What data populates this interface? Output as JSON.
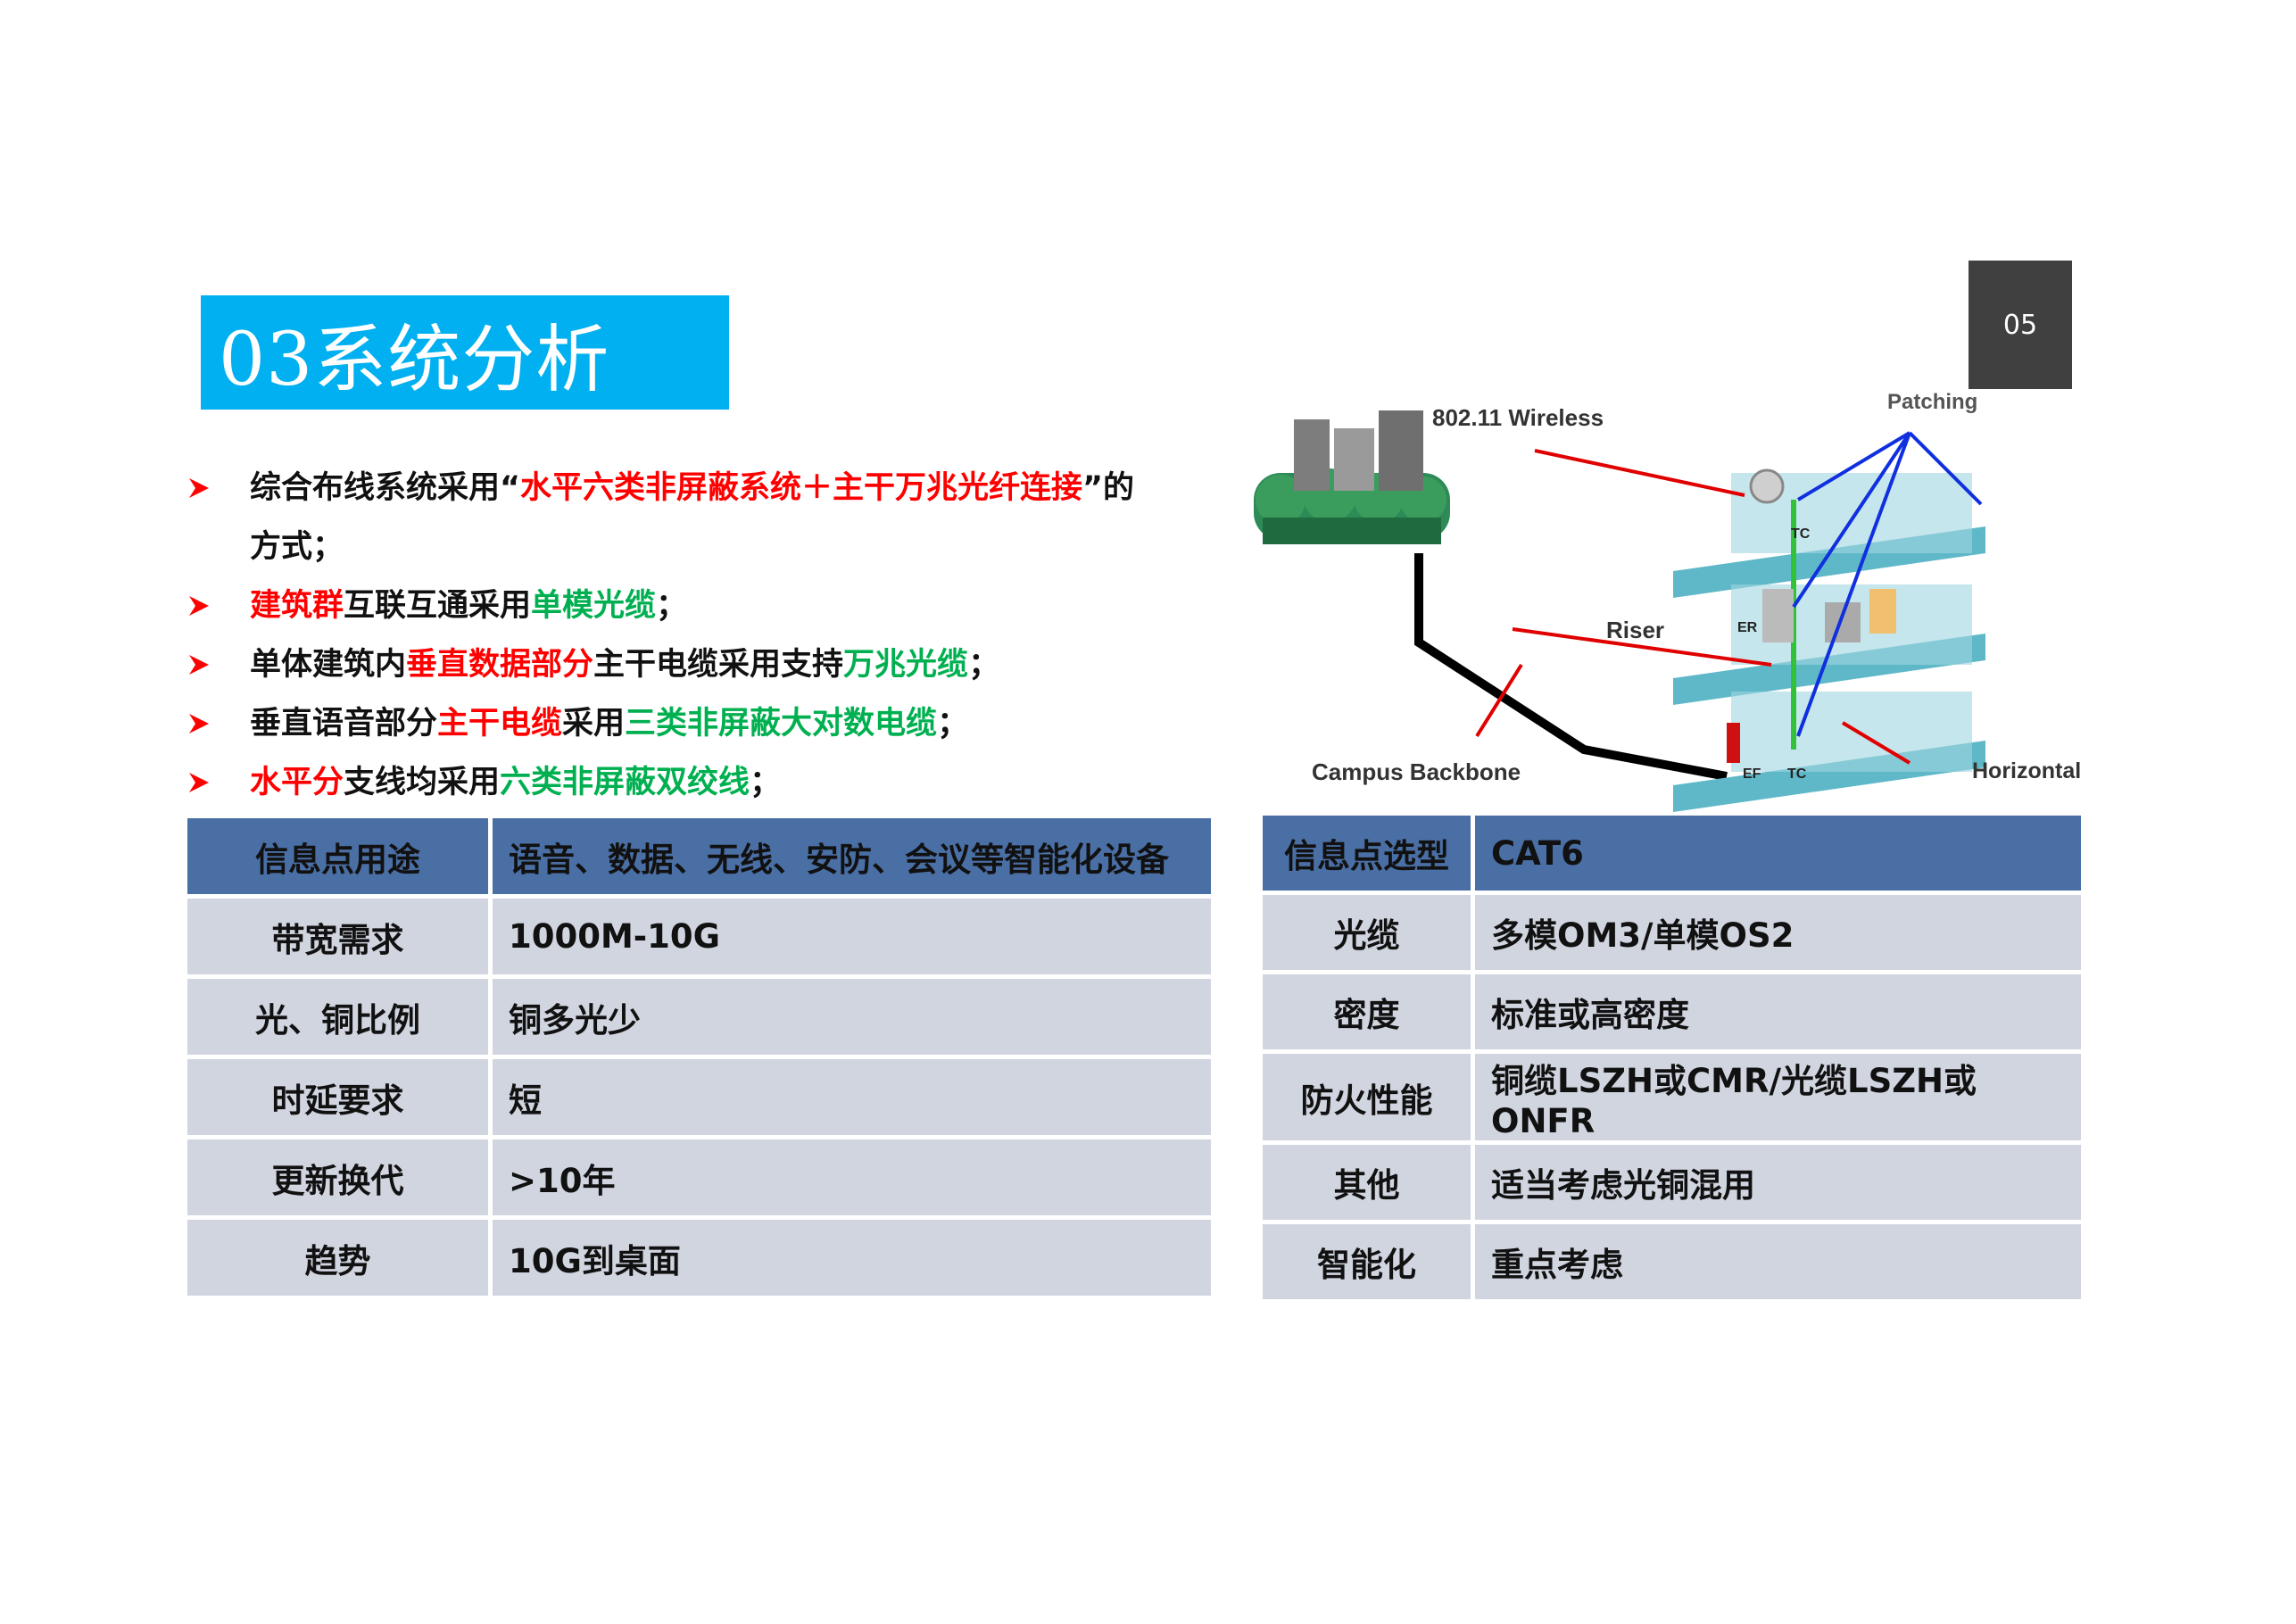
{
  "title": "03系统分析",
  "page_number": "05",
  "bullets": [
    {
      "segments": [
        {
          "t": "综合布线系统采用“",
          "c": ""
        },
        {
          "t": "水平六类非屏蔽系统＋主干万兆光纤连接",
          "c": "red"
        },
        {
          "t": "”的",
          "c": ""
        }
      ]
    },
    {
      "continuation": true,
      "segments": [
        {
          "t": "方式；",
          "c": ""
        }
      ]
    },
    {
      "segments": [
        {
          "t": "建筑群",
          "c": "red"
        },
        {
          "t": "互联互通采用",
          "c": ""
        },
        {
          "t": "单模光缆",
          "c": "green"
        },
        {
          "t": "；",
          "c": ""
        }
      ]
    },
    {
      "segments": [
        {
          "t": "单体建筑内",
          "c": ""
        },
        {
          "t": "垂直数据部分",
          "c": "red"
        },
        {
          "t": "主干电缆采用支持",
          "c": ""
        },
        {
          "t": "万兆光缆",
          "c": "green"
        },
        {
          "t": "；",
          "c": ""
        }
      ]
    },
    {
      "segments": [
        {
          "t": "垂直语音部分",
          "c": ""
        },
        {
          "t": "主干电缆",
          "c": "red"
        },
        {
          "t": "采用",
          "c": ""
        },
        {
          "t": "三类非屏蔽大对数电缆",
          "c": "green"
        },
        {
          "t": "；",
          "c": ""
        }
      ]
    },
    {
      "segments": [
        {
          "t": "水平分",
          "c": "red"
        },
        {
          "t": "支线均采用",
          "c": ""
        },
        {
          "t": "六类非屏蔽双绞线",
          "c": "green"
        },
        {
          "t": "；",
          "c": ""
        }
      ]
    }
  ],
  "table_left": {
    "header": {
      "label": "信息点用途",
      "value": "语音、数据、无线、安防、会议等智能化设备"
    },
    "rows": [
      {
        "label": "带宽需求",
        "value": "1000M-10G"
      },
      {
        "label": "光、铜比例",
        "value": "铜多光少"
      },
      {
        "label": "时延要求",
        "value": "短"
      },
      {
        "label": "更新换代",
        "value": ">10年"
      },
      {
        "label": "趋势",
        "value": "10G到桌面"
      }
    ]
  },
  "table_right": {
    "header": {
      "label": "信息点选型",
      "value": "CAT6"
    },
    "rows": [
      {
        "label": "光缆",
        "value": "多模OM3/单模OS2"
      },
      {
        "label": "密度",
        "value": "标准或高密度"
      },
      {
        "label": "防火性能",
        "value": "铜缆LSZH或CMR/光缆LSZH或ONFR"
      },
      {
        "label": "其他",
        "value": "适当考虑光铜混用"
      },
      {
        "label": "智能化",
        "value": "重点考虑"
      }
    ]
  },
  "diagram": {
    "labels": {
      "wireless": "802.11 Wireless",
      "patching": "Patching",
      "riser": "Riser",
      "backbone": "Campus Backbone",
      "horizontal": "Horizontal",
      "tc": "TC",
      "er": "ER",
      "ef": "EF"
    }
  },
  "colors": {
    "title_bg": "#00b0f0",
    "page_bg": "#404040",
    "header_bg": "#4a6fa5",
    "row_bg": "#d0d5e0",
    "red": "#ff0000",
    "green": "#00b050"
  }
}
